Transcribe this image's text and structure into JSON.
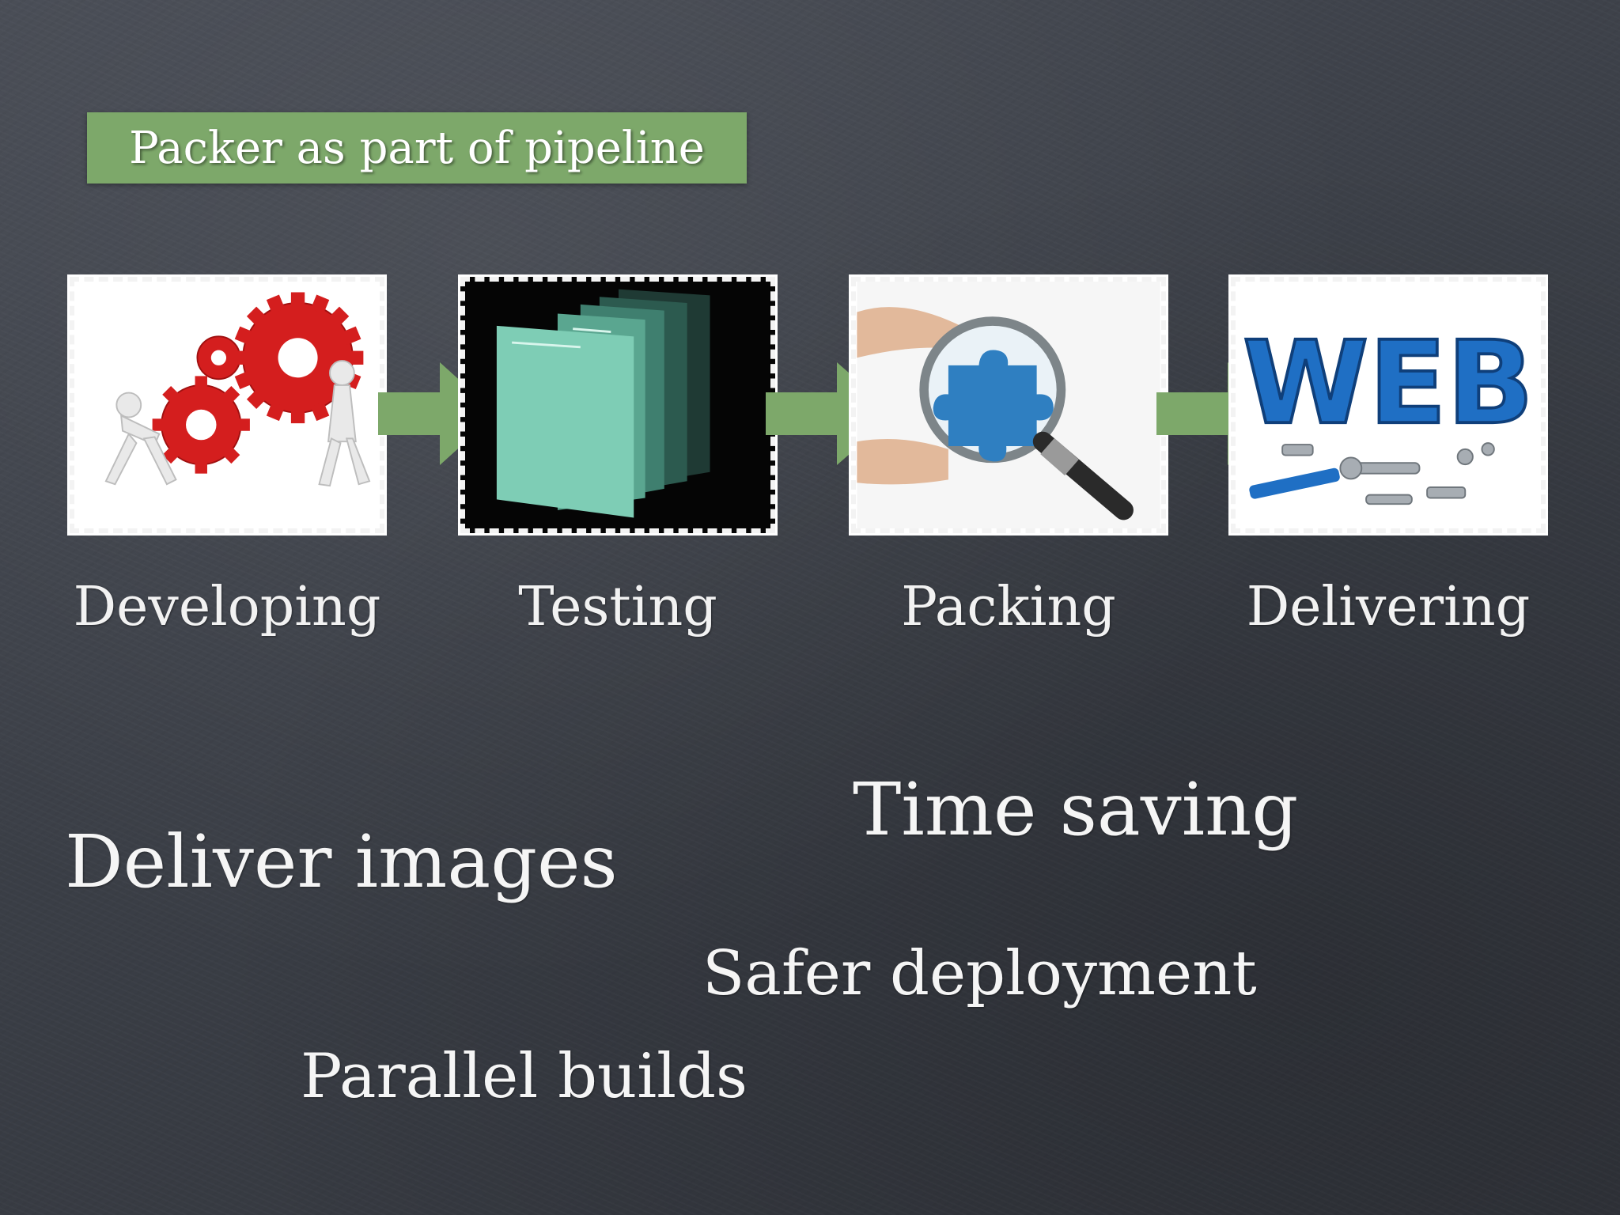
{
  "title": "Packer as part of pipeline",
  "steps": [
    {
      "label": "Developing",
      "icon": "gears-icon"
    },
    {
      "label": "Testing",
      "icon": "layers-icon"
    },
    {
      "label": "Packing",
      "icon": "magnifier-puzzle-icon"
    },
    {
      "label": "Delivering",
      "icon": "web-tools-icon"
    }
  ],
  "web_word": "WEB",
  "benefits": {
    "time_saving": "Time saving",
    "deliver_images": "Deliver images",
    "safer_deployment": "Safer deployment",
    "parallel_builds": "Parallel builds"
  },
  "colors": {
    "banner": "#7da86a",
    "arrow": "#7da86a",
    "gear": "#d41e1e",
    "layer": "#7ecdb5",
    "web": "#1f6fc4"
  }
}
